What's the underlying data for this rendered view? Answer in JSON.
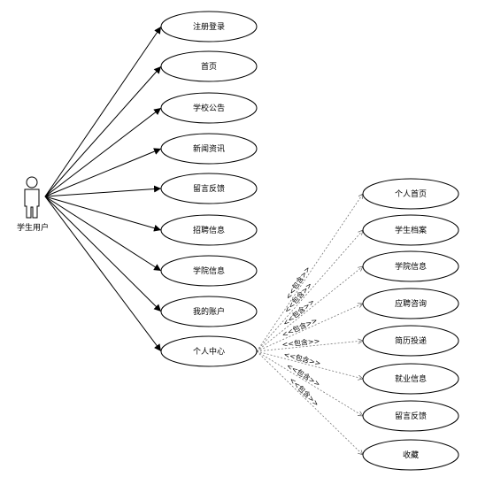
{
  "actor": {
    "name": "学生用户"
  },
  "use_cases": [
    {
      "label": "注册登录"
    },
    {
      "label": "首页"
    },
    {
      "label": "学校公告"
    },
    {
      "label": "新闻资讯"
    },
    {
      "label": "留言反馈"
    },
    {
      "label": "招聘信息"
    },
    {
      "label": "学院信息"
    },
    {
      "label": "我的账户"
    },
    {
      "label": "个人中心"
    }
  ],
  "sub_use_cases": [
    {
      "label": "个人首页"
    },
    {
      "label": "学生档案"
    },
    {
      "label": "学院信息"
    },
    {
      "label": "应聘咨询"
    },
    {
      "label": "简历投递"
    },
    {
      "label": "就业信息"
    },
    {
      "label": "留言反馈"
    },
    {
      "label": "收藏"
    }
  ],
  "include_label": "<<包含>>"
}
